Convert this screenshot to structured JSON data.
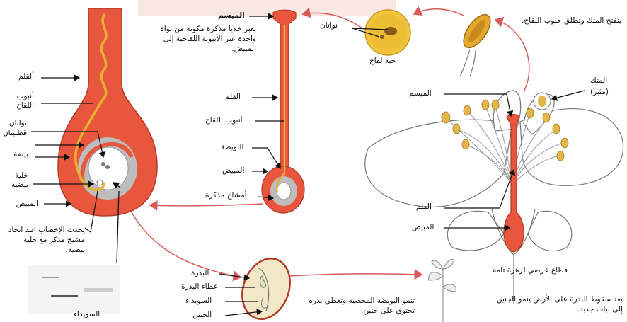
{
  "left_figure": {
    "style": "ألقلم",
    "pollen_tube": "أنبوب اللقاح",
    "two_nuclei": "نواتان",
    "polar_nuclei": "قطبيتان",
    "egg": "بيضة",
    "egg_cell": "خلية بيضية",
    "ovary": "المبيض",
    "fertilization_note": "يحدث الإخصاب عند اتحاد مشيج مذكر مع خلية بيضية."
  },
  "middle_figure": {
    "stigma": "الميسم",
    "description": "تعبر خلايا مذكرة مكونة من نواة واحدة عبر الأنبوبة اللقاحية إلى المبيض.",
    "style": "القلم",
    "pollen_tube": "أنبوب اللقاح",
    "ovule": "البويضة",
    "ovary": "المبيض",
    "male_gametes": "أمشاج مذكرة"
  },
  "pollen_grain": {
    "nuclei": "نواتان",
    "label": "حبة لقاح"
  },
  "anther_top": {
    "note": "ينفتح المتك وتطلق حبوب اللقاح."
  },
  "flower": {
    "anther": "المتك",
    "anther_paren": "(مئبر)",
    "stigma": "الميسم",
    "style": "القلم",
    "ovary": "المبيض",
    "caption": "قطاع عرضي لزهرة تامة"
  },
  "seed": {
    "seed": "البذرة",
    "seed_coat": "غطاء البذرة",
    "cotyledon": "السويداء",
    "embryo": "الجنين",
    "note": "تنمو البويضة المخصبة وتعطي بذرة تحتوي على جنين."
  },
  "seedling": {
    "note": "بعد سقوط البذرة على الأرض ينمو الجنين إلى نبات جديد."
  },
  "bottom_left": {
    "label": "السويداء"
  },
  "colors": {
    "pistil_fill": "#e8563e",
    "pistil_dark": "#b23a26",
    "tube": "#e8b030",
    "gray": "#bdbdbd",
    "cycle_arrow": "#d75a5a"
  }
}
